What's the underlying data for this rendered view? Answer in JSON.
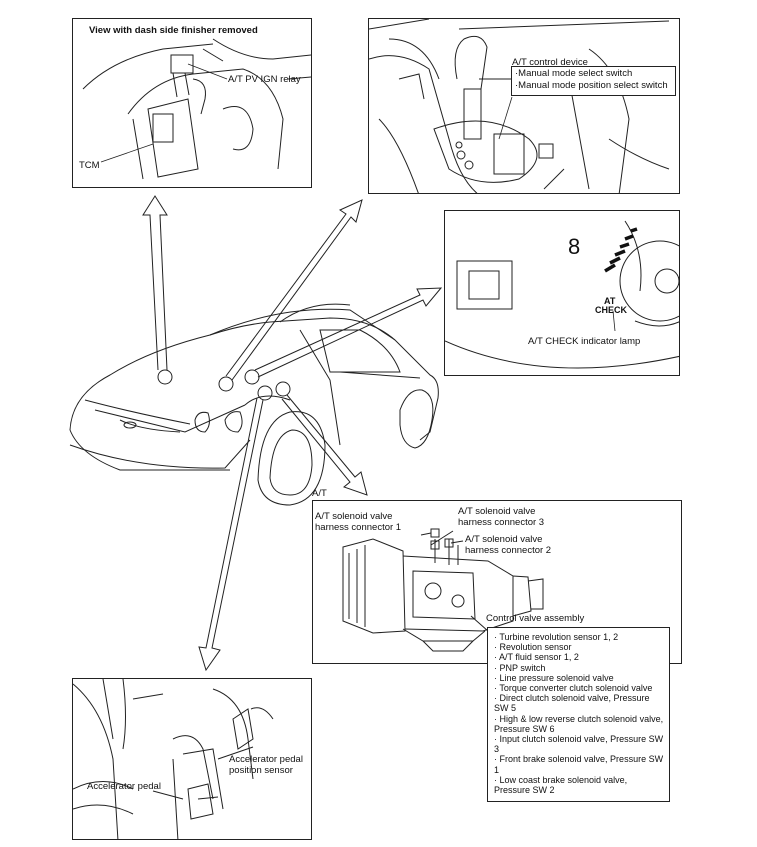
{
  "panels": {
    "dash": {
      "title": "View with dash side finisher removed",
      "relay_label": "A/T PV IGN relay",
      "tcm_label": "TCM"
    },
    "shifter": {
      "device_label": "A/T control device",
      "items": [
        "Manual mode select switch",
        "Manual mode position select switch"
      ]
    },
    "meter": {
      "gear_indicator": "8",
      "lamp_text_line1": "AT",
      "lamp_text_line2": "CHECK",
      "lamp_label": "A/T CHECK indicator lamp"
    },
    "transmission": {
      "section_label": "A/T",
      "connector1": [
        "A/T solenoid valve",
        "harness connector 1"
      ],
      "connector3": [
        "A/T solenoid valve",
        "harness connector 3"
      ],
      "connector2": [
        "A/T solenoid valve",
        "harness connector 2"
      ],
      "control_valve_label": "Control valve assembly",
      "control_valve_items": [
        "Turbine revolution sensor 1, 2",
        "Revolution sensor",
        "A/T fluid sensor 1, 2",
        "PNP switch",
        "Line pressure solenoid valve",
        "Torque converter clutch solenoid valve",
        "Direct clutch solenoid valve, Pressure SW 5",
        "High & low reverse clutch solenoid valve, Pressure SW 6",
        "Input clutch solenoid valve, Pressure SW 3",
        "Front brake solenoid valve, Pressure SW 1",
        "Low coast brake solenoid valve, Pressure SW 2"
      ]
    },
    "pedal": {
      "pedal_label": "Accelerator pedal",
      "sensor_label": [
        "Accelerator pedal",
        "position sensor"
      ]
    }
  },
  "colors": {
    "line": "#222222",
    "background": "#ffffff"
  }
}
